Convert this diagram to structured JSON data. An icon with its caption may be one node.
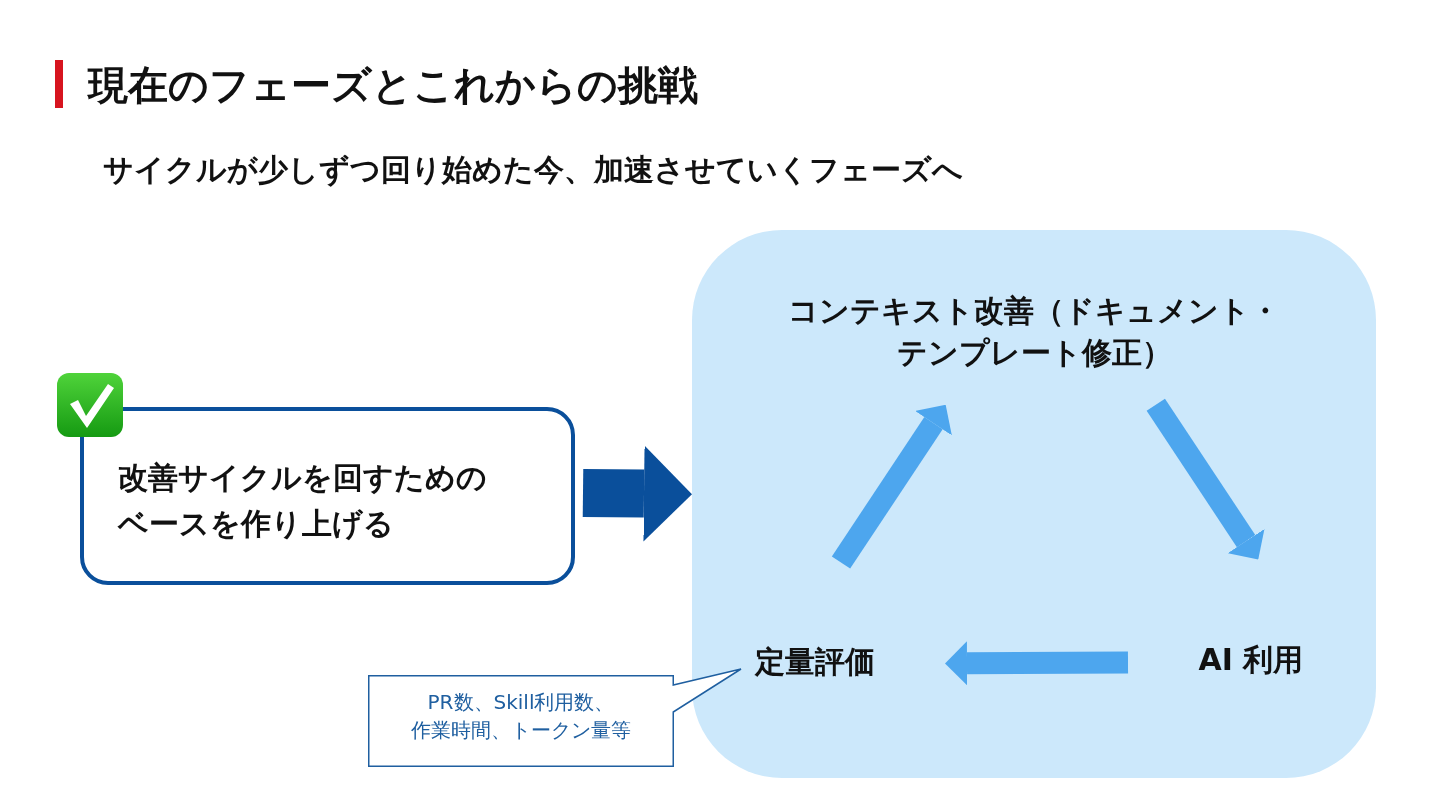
{
  "diagram": {
    "title": "現在のフェーズとこれからの挑戦",
    "nodes": [
      {
        "text": [
          "改善サイクルを回すためのベースを作り上げる"
        ]
      },
      {
        "text": [],
        "shape": "box"
      },
      {
        "text": [
          "コンテキスト改善（ドキュメント・テンプレート修正）"
        ],
        "in": 1
      },
      {
        "text": [
          "AI 利用"
        ],
        "in": 1
      },
      {
        "text": [
          "定量評価"
        ],
        "in": 1
      },
      {
        "text": [
          "PR数、Skill利用数、作業時間、トークン量等"
        ]
      }
    ],
    "edges": [
      {
        "from": 0,
        "to": 1,
        "arrow": "to",
        "style": "thick",
        "color": "#0a4f9b"
      },
      {
        "from": 2,
        "to": 3,
        "arrow": "to"
      },
      {
        "from": 3,
        "to": 4,
        "arrow": "to"
      },
      {
        "from": 4,
        "to": 2,
        "arrow": "to"
      }
    ],
    "labels": [
      "サイクルが少しずつ回り始めた今、加速させていくフェーズへ"
    ]
  }
}
